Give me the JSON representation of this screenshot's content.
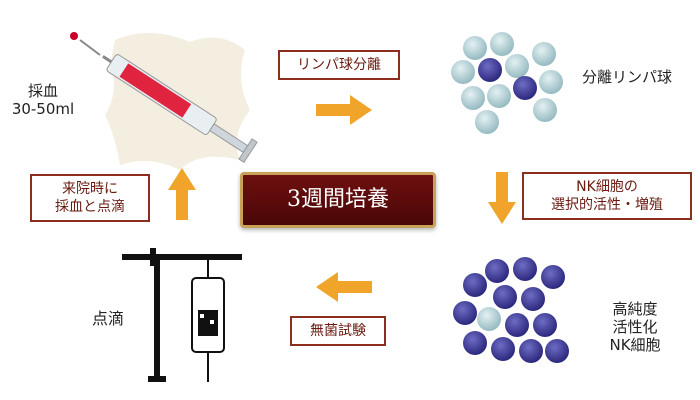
{
  "center_title": "3週間培養",
  "labels": {
    "blood_draw": [
      "採血",
      "30-50ml"
    ],
    "separate_step": "リンパ球分離",
    "separated_lymphocytes": "分離リンパ球",
    "nk_step": [
      "NK細胞の",
      "選択的活性・増殖"
    ],
    "activated_nk": [
      "高純度",
      "活性化",
      "NK細胞"
    ],
    "test_step": "無菌試験",
    "infusion": "点滴",
    "visit_step": [
      "来院時に",
      "採血と点滴"
    ]
  },
  "icons": {
    "syringe": "syringe-icon",
    "cells_light": "lymphocyte-cluster-icon",
    "cells_dark": "nk-cell-cluster-icon",
    "iv_drip": "iv-drip-icon",
    "arrow": "arrow-icon"
  },
  "colors": {
    "box_border": "#8b2e1f",
    "box_text": "#6a1a10",
    "center_bg": "#5a0a0a",
    "center_border": "#c9a25a",
    "arrow": "#f0a42a",
    "cell_light": "#a9c9cf",
    "cell_dark": "#3d3a93",
    "syringe_fluid": "#d92a4a"
  }
}
